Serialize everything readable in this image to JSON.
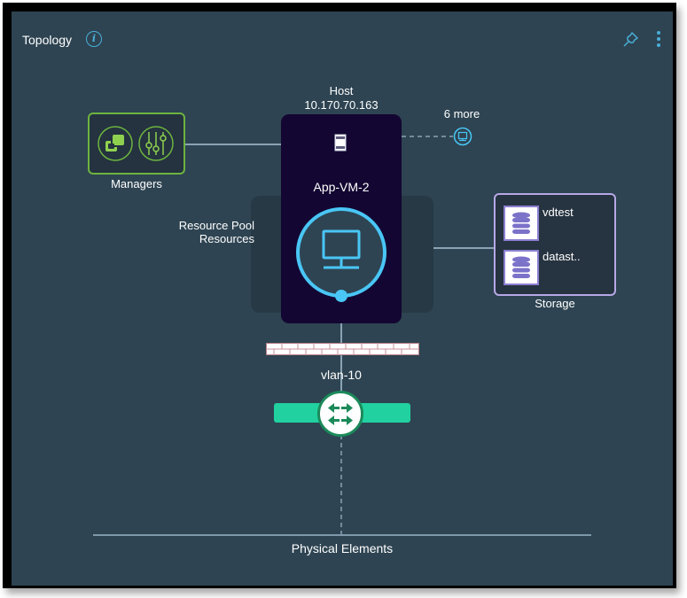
{
  "header": {
    "title": "Topology",
    "info_icon": "info-icon",
    "pin_icon": "pin-icon",
    "more_icon": "vertical-ellipsis-icon"
  },
  "host": {
    "label": "Host",
    "ip": "10.170.70.163",
    "vm_name": "App-VM-2",
    "more_label": "6 more"
  },
  "managers": {
    "label": "Managers",
    "icons": [
      "vcenter-icon",
      "sliders-icon"
    ]
  },
  "resource_pool": {
    "line1": "Resource Pool",
    "line2": "Resources"
  },
  "storage": {
    "label": "Storage",
    "items": [
      {
        "name": "vdtest"
      },
      {
        "name": "datast.."
      }
    ]
  },
  "network": {
    "label": "vlan-10"
  },
  "physical": {
    "label": "Physical Elements"
  },
  "colors": {
    "background": "#2e4452",
    "accent": "#49afd9",
    "managers": "#6db33f",
    "storage": "#b7a8e6",
    "switch": "#21d1a0",
    "host_card": "#130632"
  }
}
